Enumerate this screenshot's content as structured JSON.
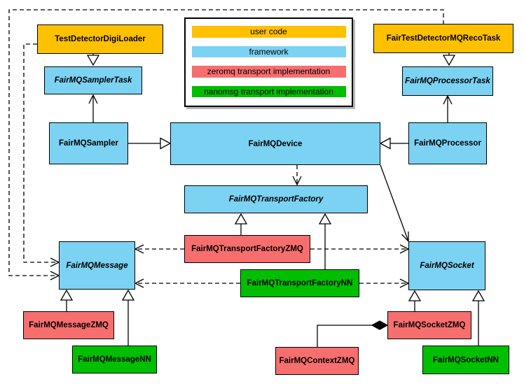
{
  "legend": {
    "items": [
      {
        "label": "user code",
        "color": "#ffc000"
      },
      {
        "label": "framework",
        "color": "#7cd2f2"
      },
      {
        "label": "zeromq transport implementation",
        "color": "#f76e6e"
      },
      {
        "label": "nanomsg transport implementation",
        "color": "#00be00"
      }
    ]
  },
  "nodes": {
    "testDetectorDigiLoader": "TestDetectorDigiLoader",
    "fairTestDetectorMQRecoTask": "FairTestDetectorMQRecoTask",
    "samplerTask": "FairMQSamplerTask",
    "processorTask": "FairMQProcessorTask",
    "sampler": "FairMQSampler",
    "device": "FairMQDevice",
    "processor": "FairMQProcessor",
    "transportFactory": "FairMQTransportFactory",
    "transportFactoryZMQ": "FairMQTransportFactoryZMQ",
    "transportFactoryNN": "FairMQTransportFactoryNN",
    "message": "FairMQMessage",
    "socket": "FairMQSocket",
    "messageZMQ": "FairMQMessageZMQ",
    "messageNN": "FairMQMessageNN",
    "socketZMQ": "FairMQSocketZMQ",
    "socketNN": "FairMQSocketNN",
    "contextZMQ": "FairMQContextZMQ"
  },
  "abstract_nodes": [
    "FairMQSamplerTask",
    "FairMQProcessorTask",
    "FairMQTransportFactory",
    "FairMQMessage",
    "FairMQSocket"
  ],
  "edges": [
    {
      "from": "TestDetectorDigiLoader",
      "to": "FairMQSamplerTask",
      "type": "inheritance"
    },
    {
      "from": "FairTestDetectorMQRecoTask",
      "to": "FairMQProcessorTask",
      "type": "inheritance"
    },
    {
      "from": "FairMQSampler",
      "to": "FairMQDevice",
      "type": "inheritance"
    },
    {
      "from": "FairMQProcessor",
      "to": "FairMQDevice",
      "type": "inheritance"
    },
    {
      "from": "FairMQSampler",
      "to": "FairMQSamplerTask",
      "type": "association"
    },
    {
      "from": "FairMQProcessor",
      "to": "FairMQProcessorTask",
      "type": "association"
    },
    {
      "from": "FairMQDevice",
      "to": "FairMQTransportFactory",
      "type": "dependency"
    },
    {
      "from": "FairMQDevice",
      "to": "FairMQSocket",
      "type": "association"
    },
    {
      "from": "FairMQTransportFactoryZMQ",
      "to": "FairMQTransportFactory",
      "type": "inheritance"
    },
    {
      "from": "FairMQTransportFactoryNN",
      "to": "FairMQTransportFactory",
      "type": "inheritance"
    },
    {
      "from": "FairMQTransportFactoryZMQ",
      "to": "FairMQMessage",
      "type": "dependency"
    },
    {
      "from": "FairMQTransportFactoryZMQ",
      "to": "FairMQSocket",
      "type": "dependency"
    },
    {
      "from": "FairMQTransportFactoryNN",
      "to": "FairMQMessage",
      "type": "dependency"
    },
    {
      "from": "FairMQTransportFactoryNN",
      "to": "FairMQSocket",
      "type": "dependency"
    },
    {
      "from": "FairMQMessageZMQ",
      "to": "FairMQMessage",
      "type": "inheritance"
    },
    {
      "from": "FairMQMessageNN",
      "to": "FairMQMessage",
      "type": "inheritance"
    },
    {
      "from": "FairMQSocketZMQ",
      "to": "FairMQSocket",
      "type": "inheritance"
    },
    {
      "from": "FairMQSocketNN",
      "to": "FairMQSocket",
      "type": "inheritance"
    },
    {
      "from": "TestDetectorDigiLoader",
      "to": "FairMQMessage",
      "type": "dependency"
    },
    {
      "from": "FairTestDetectorMQRecoTask",
      "to": "FairMQMessage",
      "type": "dependency"
    },
    {
      "from": "FairMQContextZMQ",
      "to": "FairMQSocketZMQ",
      "type": "composition"
    }
  ],
  "colors": {
    "user_code": "#ffc000",
    "framework": "#7cd2f2",
    "zeromq": "#f76e6e",
    "nanomsg": "#00be00",
    "line": "#000000",
    "background": "#ffffff"
  }
}
